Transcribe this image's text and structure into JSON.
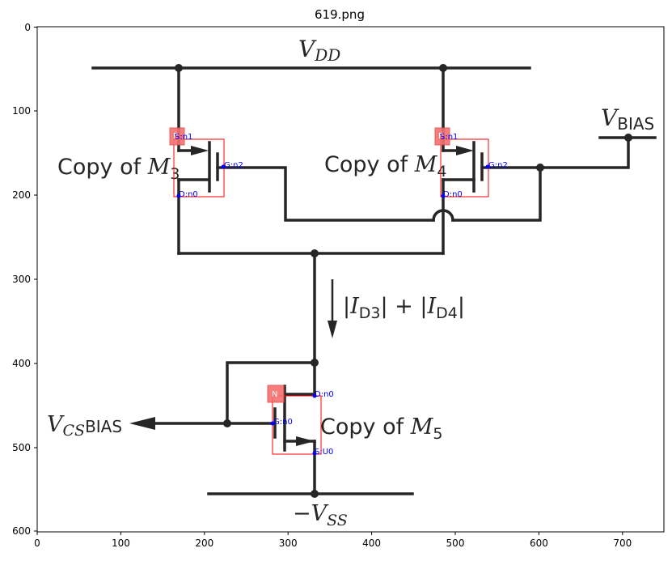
{
  "figure": {
    "title": "619.png",
    "x_ticks": [
      "0",
      "100",
      "200",
      "300",
      "400",
      "500",
      "600",
      "700"
    ],
    "y_ticks": [
      "0",
      "100",
      "200",
      "300",
      "400",
      "500",
      "600"
    ]
  },
  "labels": {
    "vdd": "V",
    "vdd_sub": "DD",
    "vbias": "V",
    "vbias_sub": "BIAS",
    "m3_copy": "Copy of ",
    "m3_var": "M",
    "m3_sub": "3",
    "m4_copy": "Copy of ",
    "m4_var": "M",
    "m4_sub": "4",
    "m5_copy": "Copy of ",
    "m5_var": "M",
    "m5_sub": "5",
    "current_a": "|",
    "current_i1": "I",
    "current_s1": "D3",
    "current_b": "| + |",
    "current_i2": "I",
    "current_s2": "D4",
    "current_c": "|",
    "vcs": "V",
    "vcs_sub": "CS",
    "vcs_rest": "BIAS",
    "vss": "−V",
    "vss_sub": "SS"
  },
  "annotations": {
    "m3": {
      "badge": "P",
      "s": "S:n1",
      "g": "G:n2",
      "d": "D:n0"
    },
    "m4": {
      "badge": "P",
      "s": "S:n1",
      "g": "G:n2",
      "d": "D:n0"
    },
    "m5": {
      "badge": "N",
      "d": "D:n0",
      "g": "G:n0",
      "s": "S:U0"
    }
  },
  "colors": {
    "wire": "#262626",
    "box": "#ff0000",
    "badge": "#f47070",
    "pin": "#0000ff"
  }
}
